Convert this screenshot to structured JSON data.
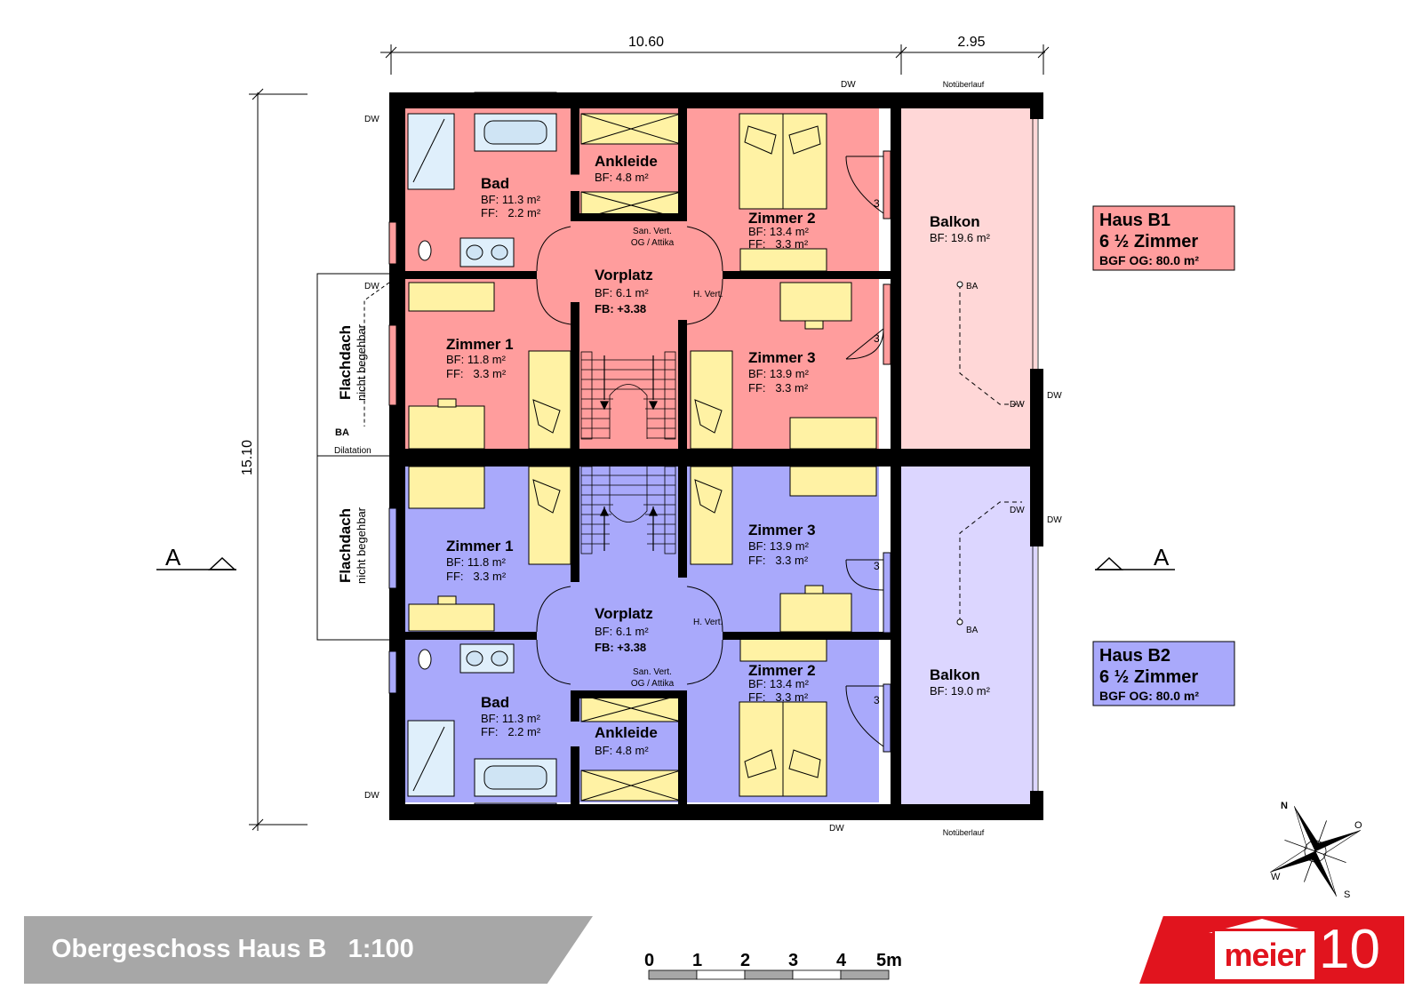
{
  "dimensions": {
    "top_left": "10.60",
    "top_right": "2.95",
    "left_vertical": "15.10"
  },
  "section_marks": {
    "left": "A",
    "right": "A"
  },
  "flachdach": {
    "title": "Flachdach",
    "subtitle": "nicht begehbar"
  },
  "dilatation_label": "Dilatation",
  "ba_label": "BA",
  "dw_label": "DW",
  "notueberlauf_label": "Notüberlauf",
  "san_vert_line1": "San. Vert.",
  "san_vert_line2": "OG / Attika",
  "h_vert_label": "H. Vert.",
  "step_mark": "3",
  "b1": {
    "bad": {
      "name": "Bad",
      "bf": "BF: 11.3 m²",
      "ff": "FF:   2.2 m²"
    },
    "ankleide": {
      "name": "Ankleide",
      "bf": "BF: 4.8 m²"
    },
    "zimmer2": {
      "name": "Zimmer 2",
      "bf": "BF: 13.4 m²",
      "ff": "FF:   3.3 m²"
    },
    "vorplatz": {
      "name": "Vorplatz",
      "bf": "BF: 6.1 m²",
      "fb": "FB: +3.38"
    },
    "zimmer1": {
      "name": "Zimmer 1",
      "bf": "BF: 11.8 m²",
      "ff": "FF:   3.3 m²"
    },
    "zimmer3": {
      "name": "Zimmer 3",
      "bf": "BF: 13.9 m²",
      "ff": "FF:   3.3 m²"
    },
    "balkon": {
      "name": "Balkon",
      "bf": "BF: 19.6 m²"
    }
  },
  "b2": {
    "zimmer1": {
      "name": "Zimmer 1",
      "bf": "BF: 11.8 m²",
      "ff": "FF:   3.3 m²"
    },
    "zimmer3": {
      "name": "Zimmer 3",
      "bf": "BF: 13.9 m²",
      "ff": "FF:   3.3 m²"
    },
    "vorplatz": {
      "name": "Vorplatz",
      "bf": "BF: 6.1 m²",
      "fb": "FB: +3.38"
    },
    "zimmer2": {
      "name": "Zimmer 2",
      "bf": "BF: 13.4 m²",
      "ff": "FF:   3.3 m²"
    },
    "bad": {
      "name": "Bad",
      "bf": "BF: 11.3 m²",
      "ff": "FF:   2.2 m²"
    },
    "ankleide": {
      "name": "Ankleide",
      "bf": "BF: 4.8 m²"
    },
    "balkon": {
      "name": "Balkon",
      "bf": "BF: 19.0 m²"
    }
  },
  "house_labels": [
    {
      "name": "Haus B1",
      "rooms": "6 ½ Zimmer",
      "bgf": "BGF OG: 80.0 m²",
      "color": "#ff9d9d"
    },
    {
      "name": "Haus B2",
      "rooms": "6 ½ Zimmer",
      "bgf": "BGF OG: 80.0 m²",
      "color": "#a9a9fb"
    }
  ],
  "compass_letters": [
    "N",
    "O",
    "S",
    "W"
  ],
  "scale_bar": [
    "0",
    "1",
    "2",
    "3",
    "4",
    "5m"
  ],
  "title": {
    "text": "Obergeschoss Haus B",
    "scale": "1:100"
  },
  "logo": {
    "word": "meier",
    "number": "10",
    "color": "#e1141e"
  },
  "colors": {
    "b1_fill": "#ff9d9d",
    "b2_fill": "#a9a9fb",
    "balkon_b1": "#ffd7d7",
    "balkon_b2": "#dcd6ff",
    "furniture": "#fff2a4",
    "wall": "#000000"
  }
}
